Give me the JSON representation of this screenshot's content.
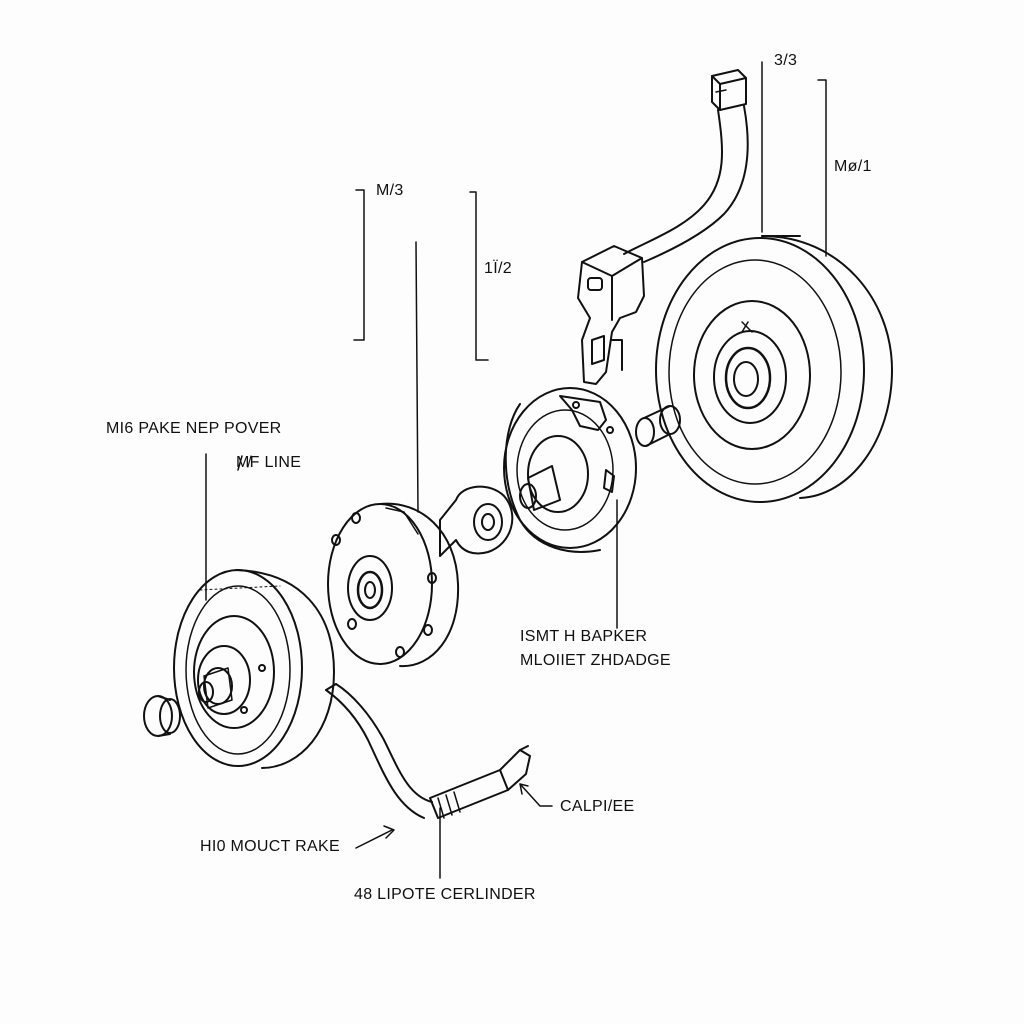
{
  "colors": {
    "ink": "#111111",
    "paper": "#fdfdfd"
  },
  "labels": {
    "top_right_3_3": "3/3",
    "m_0_1": "Mø/1",
    "m_3": "M/3",
    "frac_1_2": "1Ï/2",
    "m16_pake": "MI6 PAKE NEP POVER",
    "mf_line": "M̸F LINE",
    "ismt_bapker": "ISMT H BAPKER",
    "mloiet_zhdadge": "MLOIIET ZHDADGE",
    "calpi_ee": "CALPI/EE",
    "hio_mouct_rake": "HI0 MOUCT RAKE",
    "lipote_cerlinder": "48 LIPOTE CERLINDER"
  }
}
